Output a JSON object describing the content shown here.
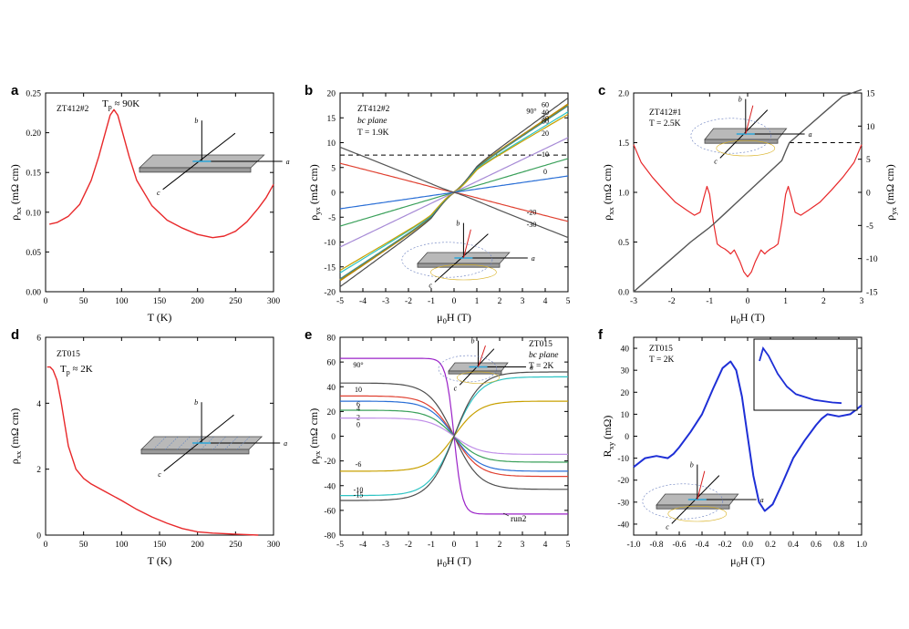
{
  "colors": {
    "red": "#e8282a",
    "gray": "#555555",
    "blue": "#1e2fd6",
    "dashed": "#000000",
    "slab": "#b9b9b9"
  },
  "chart_data": [
    {
      "type": "line",
      "panel": "a",
      "xlabel": "T (K)",
      "ylabel": "ρxx (mΩ cm)",
      "xlim": [
        0,
        300
      ],
      "ylim": [
        0,
        0.25
      ],
      "xticks": [
        0,
        50,
        100,
        150,
        200,
        250,
        300
      ],
      "yticks": [
        0,
        0.05,
        0.1,
        0.15,
        0.2,
        0.25
      ],
      "yticklabels": [
        "0.00",
        "0.05",
        "0.10",
        "0.15",
        "0.20",
        "0.25"
      ],
      "annotations": [
        "ZT412#2",
        "Tp ≈ 90K"
      ],
      "series": [
        {
          "color": "#e8282a",
          "x": [
            5,
            15,
            30,
            45,
            60,
            70,
            80,
            85,
            90,
            95,
            100,
            110,
            120,
            140,
            160,
            180,
            200,
            220,
            235,
            250,
            265,
            280,
            290,
            300
          ],
          "y": [
            0.085,
            0.087,
            0.095,
            0.11,
            0.14,
            0.17,
            0.205,
            0.222,
            0.229,
            0.222,
            0.205,
            0.17,
            0.14,
            0.108,
            0.09,
            0.08,
            0.072,
            0.068,
            0.07,
            0.076,
            0.088,
            0.105,
            0.118,
            0.135
          ]
        }
      ]
    },
    {
      "type": "line",
      "panel": "b",
      "xlabel": "μ0H (T)",
      "ylabel": "ρyx (mΩ cm)",
      "xlim": [
        -5,
        5
      ],
      "ylim": [
        -20,
        20
      ],
      "xticks": [
        -5,
        -4,
        -3,
        -2,
        -1,
        0,
        1,
        2,
        3,
        4,
        5
      ],
      "yticks": [
        -20,
        -15,
        -10,
        -5,
        0,
        5,
        10,
        15,
        20
      ],
      "annotations": [
        "ZT412#2",
        "bc plane",
        "T = 1.9K"
      ],
      "dashed_y": 7.5,
      "series": [
        {
          "name": "90°",
          "color": "#b8860b",
          "y5": 15.5
        },
        {
          "name": "60",
          "color": "#4a4a4a",
          "y5": 16.8
        },
        {
          "name": "40",
          "color": "#3b8a8a",
          "y5": 15.2
        },
        {
          "name": "30",
          "color": "#2ec4c4",
          "y5": 14.0
        },
        {
          "name": "80",
          "color": "#c8a000",
          "y5": 13.5
        },
        {
          "name": "20",
          "color": "#a78bd6",
          "y5": 11.0
        },
        {
          "name": "10",
          "color": "#3aa05a",
          "y5": 6.8
        },
        {
          "name": "0",
          "color": "#2a6fd6",
          "y5": 3.3
        },
        {
          "name": "-20",
          "color": "#e04030",
          "y5": -4.5
        },
        {
          "name": "-30",
          "color": "#555555",
          "y5": -7.0
        }
      ]
    },
    {
      "type": "line",
      "panel": "c",
      "xlabel": "μ0H (T)",
      "ylabel": "ρxx (mΩ cm)",
      "ylabel_right": "ρyx (mΩ cm)",
      "xlim": [
        -3,
        3
      ],
      "ylim": [
        0,
        2.0
      ],
      "ylim_right": [
        -15,
        15
      ],
      "xticks": [
        -3,
        -2,
        -1,
        0,
        1,
        2,
        3
      ],
      "yticks": [
        0,
        0.5,
        1.0,
        1.5,
        2.0
      ],
      "yticklabels": [
        "0.0",
        "0.5",
        "1.0",
        "1.5",
        "2.0"
      ],
      "yticks_right": [
        -15,
        -10,
        -5,
        0,
        5,
        10,
        15
      ],
      "annotations": [
        "ZT412#1",
        "T = 2.5K"
      ],
      "dashed_y_right": 7.5,
      "series": [
        {
          "color": "#e8282a",
          "axis": "left",
          "x": [
            -3,
            -2.8,
            -2.5,
            -2.2,
            -1.9,
            -1.6,
            -1.4,
            -1.25,
            -1.15,
            -1.07,
            -1.0,
            -0.9,
            -0.8,
            -0.7,
            -0.6,
            -0.5,
            -0.45,
            -0.35,
            -0.2,
            -0.1,
            0,
            0.1,
            0.2,
            0.35,
            0.45,
            0.5,
            0.6,
            0.7,
            0.8,
            0.9,
            1.0,
            1.07,
            1.15,
            1.25,
            1.4,
            1.6,
            1.9,
            2.2,
            2.5,
            2.8,
            3
          ],
          "y": [
            1.48,
            1.3,
            1.15,
            1.02,
            0.9,
            0.82,
            0.77,
            0.8,
            0.95,
            1.06,
            0.98,
            0.7,
            0.48,
            0.45,
            0.43,
            0.4,
            0.38,
            0.42,
            0.3,
            0.2,
            0.15,
            0.2,
            0.3,
            0.42,
            0.38,
            0.4,
            0.43,
            0.45,
            0.48,
            0.7,
            0.98,
            1.06,
            0.95,
            0.8,
            0.77,
            0.82,
            0.9,
            1.02,
            1.15,
            1.3,
            1.48
          ]
        },
        {
          "color": "#555555",
          "axis": "right",
          "x": [
            -3,
            -2.5,
            -2,
            -1.5,
            -1.0,
            -0.9,
            -0.6,
            -0.3,
            0,
            0.3,
            0.6,
            0.9,
            1.0,
            1.1,
            1.5,
            2,
            2.5,
            3
          ],
          "y": [
            -15,
            -12.5,
            -10,
            -7.5,
            -5.3,
            -4.8,
            -3.2,
            -1.6,
            0,
            1.6,
            3.2,
            4.8,
            6.2,
            7.5,
            9.5,
            12,
            14.5,
            15.5
          ]
        }
      ]
    },
    {
      "type": "line",
      "panel": "d",
      "xlabel": "T (K)",
      "ylabel": "ρxx (mΩ cm)",
      "xlim": [
        0,
        300
      ],
      "ylim": [
        0,
        6
      ],
      "xticks": [
        0,
        50,
        100,
        150,
        200,
        250,
        300
      ],
      "yticks": [
        0,
        2,
        4,
        6
      ],
      "annotations": [
        "ZT015",
        "Tp ≈ 2K"
      ],
      "series": [
        {
          "color": "#e8282a",
          "x": [
            2,
            6,
            10,
            15,
            20,
            25,
            30,
            40,
            50,
            60,
            80,
            100,
            120,
            140,
            160,
            180,
            200,
            220,
            240,
            260,
            280
          ],
          "y": [
            5.1,
            5.1,
            5.0,
            4.7,
            4.1,
            3.4,
            2.7,
            2.0,
            1.72,
            1.55,
            1.3,
            1.05,
            0.78,
            0.55,
            0.36,
            0.2,
            0.1,
            0.06,
            0.04,
            0.02,
            0.0
          ]
        }
      ]
    },
    {
      "type": "line",
      "panel": "e",
      "xlabel": "μ0H (T)",
      "ylabel": "ρyx (mΩ cm)",
      "xlim": [
        -5,
        5
      ],
      "ylim": [
        -80,
        80
      ],
      "xticks": [
        -5,
        -4,
        -3,
        -2,
        -1,
        0,
        1,
        2,
        3,
        4,
        5
      ],
      "yticks": [
        -80,
        -60,
        -40,
        -20,
        0,
        20,
        40,
        60,
        80
      ],
      "annotations": [
        "ZT015",
        "bc plane",
        "T = 2K",
        "run2"
      ],
      "series": [
        {
          "name": "90°",
          "color": "#9b22c8",
          "y5": -63
        },
        {
          "name": "10",
          "color": "#4d4d4d",
          "y5": -43
        },
        {
          "name": "6",
          "color": "#e04030",
          "y5": -31
        },
        {
          "name": "4",
          "color": "#2a6fd6",
          "y5": -27
        },
        {
          "name": "2",
          "color": "#3aa05a",
          "y5": -20
        },
        {
          "name": "0",
          "color": "#c08fe8",
          "y5": -14
        },
        {
          "name": "-6",
          "color": "#c8a000",
          "y5": 27
        },
        {
          "name": "-10",
          "color": "#2ec4c4",
          "y5": 48
        },
        {
          "name": "-15",
          "color": "#4d4d4d",
          "y5": 52
        }
      ]
    },
    {
      "type": "line",
      "panel": "f",
      "xlabel": "μ0H (T)",
      "ylabel": "Rxy (mΩ)",
      "xlim": [
        -1.0,
        1.0
      ],
      "ylim": [
        -45,
        45
      ],
      "xticks": [
        -1.0,
        -0.8,
        -0.6,
        -0.4,
        -0.2,
        0,
        0.2,
        0.4,
        0.6,
        0.8,
        1.0
      ],
      "xticklabels": [
        "-1.0",
        "-0.8",
        "-0.6",
        "-0.4",
        "-0.2",
        "0.0",
        "0.2",
        "0.4",
        "0.6",
        "0.8",
        "1.0"
      ],
      "yticks": [
        -40,
        -30,
        -20,
        -10,
        0,
        10,
        20,
        30,
        40
      ],
      "annotations": [
        "ZT015",
        "T = 2K"
      ],
      "series": [
        {
          "color": "#1e2fd6",
          "x": [
            -1.0,
            -0.9,
            -0.8,
            -0.7,
            -0.65,
            -0.6,
            -0.5,
            -0.4,
            -0.3,
            -0.22,
            -0.15,
            -0.1,
            -0.05,
            0,
            0.05,
            0.1,
            0.15,
            0.22,
            0.3,
            0.4,
            0.5,
            0.6,
            0.65,
            0.7,
            0.8,
            0.9,
            1.0
          ],
          "y": [
            -14,
            -10,
            -9,
            -10,
            -8,
            -5,
            2,
            10,
            22,
            31,
            34,
            30,
            18,
            0,
            -18,
            -30,
            -34,
            -31,
            -22,
            -10,
            -2,
            5,
            8,
            10,
            9,
            10,
            14
          ]
        }
      ]
    }
  ]
}
